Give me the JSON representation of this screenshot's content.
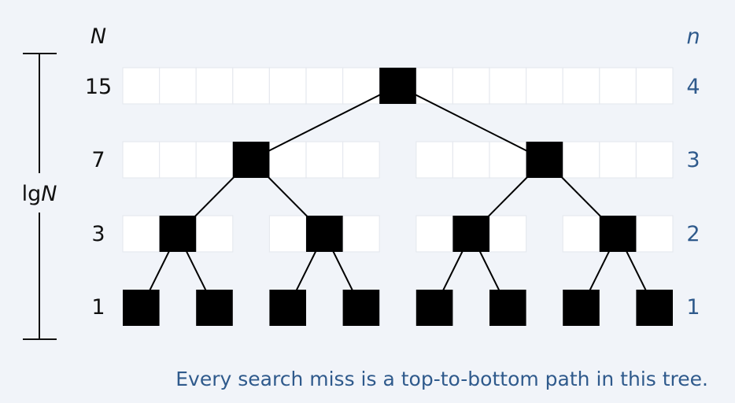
{
  "headers": {
    "left": "N",
    "right": "n"
  },
  "side_label": {
    "prefix": "lg",
    "var": "N"
  },
  "levels": [
    {
      "N": "15",
      "n": "4",
      "cells": 15,
      "groups": [
        [
          0,
          15
        ]
      ],
      "nodes": [
        7
      ]
    },
    {
      "N": "7",
      "n": "3",
      "cells": 7,
      "groups": [
        [
          0,
          7
        ],
        [
          8,
          15
        ]
      ],
      "nodes": [
        3,
        11
      ]
    },
    {
      "N": "3",
      "n": "2",
      "cells": 3,
      "groups": [
        [
          0,
          3
        ],
        [
          4,
          7
        ],
        [
          8,
          11
        ],
        [
          12,
          15
        ]
      ],
      "nodes": [
        1,
        5,
        9,
        13
      ]
    },
    {
      "N": "1",
      "n": "1",
      "cells": 1,
      "groups": [],
      "nodes": [
        0,
        2,
        4,
        6,
        8,
        10,
        12,
        14
      ]
    }
  ],
  "caption": "Every search miss is a top-to-bottom path in this tree.",
  "colors": {
    "background": "#f1f4f9",
    "cell_fill": "#ffffff",
    "cell_border": "#e6e9ef",
    "node": "#000000",
    "edge": "#000000",
    "label_left": "#111111",
    "label_right": "#2f5a8c",
    "caption": "#2f5a8c"
  }
}
